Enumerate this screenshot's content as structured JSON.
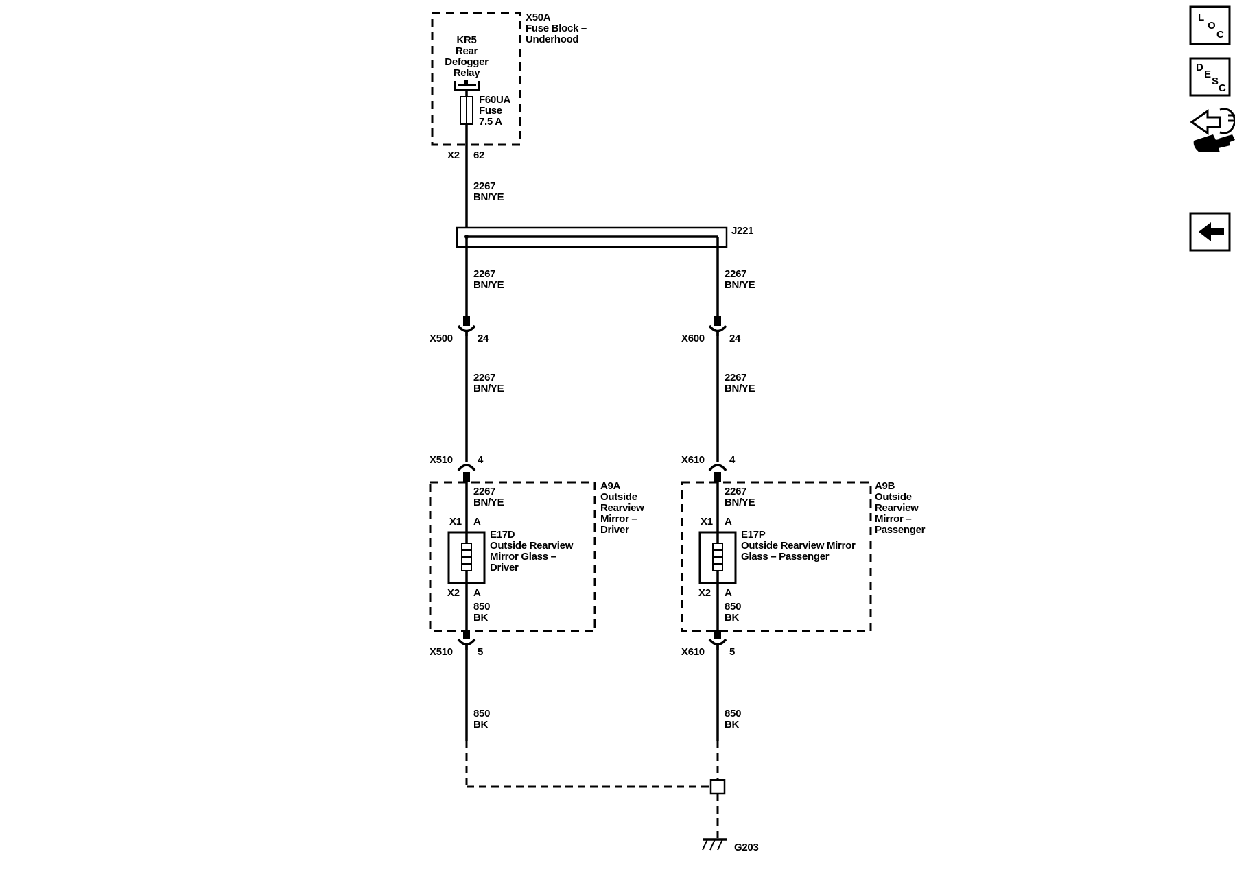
{
  "diagram": {
    "fuse_block": {
      "id": "X50A",
      "name_line1": "Fuse Block –",
      "name_line2": "Underhood",
      "relay": {
        "id": "KR5",
        "line1": "Rear",
        "line2": "Defogger",
        "line3": "Relay"
      },
      "fuse": {
        "id": "F60UA",
        "type": "Fuse",
        "rating": "7.5 A"
      },
      "connector": "X2",
      "pin": "62"
    },
    "wires": {
      "feed": {
        "circuit": "2267",
        "color": "BN/YE"
      },
      "ground": {
        "circuit": "850",
        "color": "BK"
      }
    },
    "splice": {
      "id": "J221"
    },
    "driver": {
      "inline_connector_1": {
        "id": "X500",
        "pin": "24"
      },
      "inline_connector_2": {
        "id": "X510",
        "pin": "4"
      },
      "inline_connector_3": {
        "id": "X510",
        "pin": "5"
      },
      "module": {
        "id": "A9A",
        "line1": "Outside",
        "line2": "Rearview",
        "line3": "Mirror –",
        "line4": "Driver"
      },
      "component": {
        "id": "E17D",
        "line1": "Outside Rearview",
        "line2": "Mirror Glass –",
        "line3": "Driver"
      },
      "x1": "X1",
      "x1_pin": "A",
      "x2": "X2",
      "x2_pin": "A"
    },
    "passenger": {
      "inline_connector_1": {
        "id": "X600",
        "pin": "24"
      },
      "inline_connector_2": {
        "id": "X610",
        "pin": "4"
      },
      "inline_connector_3": {
        "id": "X610",
        "pin": "5"
      },
      "module": {
        "id": "A9B",
        "line1": "Outside",
        "line2": "Rearview",
        "line3": "Mirror –",
        "line4": "Passenger"
      },
      "component": {
        "id": "E17P",
        "line1": "Outside Rearview Mirror",
        "line2": "Glass – Passenger"
      },
      "x1": "X1",
      "x1_pin": "A",
      "x2": "X2",
      "x2_pin": "A"
    },
    "ground": {
      "id": "G203"
    }
  },
  "sidebar": {
    "loc": {
      "c1": "L",
      "c2": "O",
      "c3": "C",
      "icon": "location-icon"
    },
    "desc": {
      "c1": "D",
      "c2": "E",
      "c3": "S",
      "c4": "C",
      "icon": "description-icon"
    },
    "connector_icon": "connector-tools-icon",
    "back_icon": "back-arrow-icon"
  }
}
